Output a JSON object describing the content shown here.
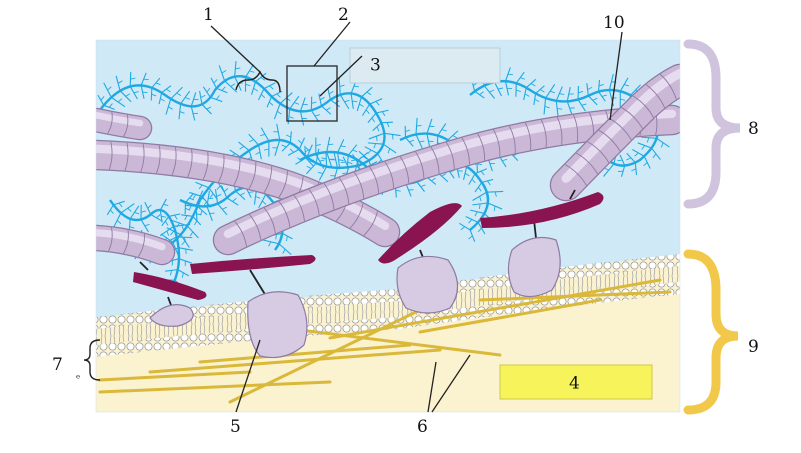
{
  "diagram": {
    "labels": {
      "l1": "1",
      "l2": "2",
      "l3": "3",
      "l4": "4",
      "l5": "5",
      "l6": "6",
      "l7": "7",
      "l8": "8",
      "l9": "9",
      "l10": "10"
    },
    "colors": {
      "extracellular": "#cfe9f7",
      "cytoplasm": "#fbf2cf",
      "proteoglycan": "#1fa9e3",
      "collagen": "#cbb7d6",
      "collagen_edge": "#8f7aa3",
      "integrin": "#8a1450",
      "membrane_protein": "#d6cbe3",
      "microfilament": "#d9b83a",
      "brace_top": "#cfc3de",
      "brace_bottom": "#f2c84a",
      "box3_fill": "#dcebf2",
      "box4_fill": "#f7f35a"
    }
  }
}
